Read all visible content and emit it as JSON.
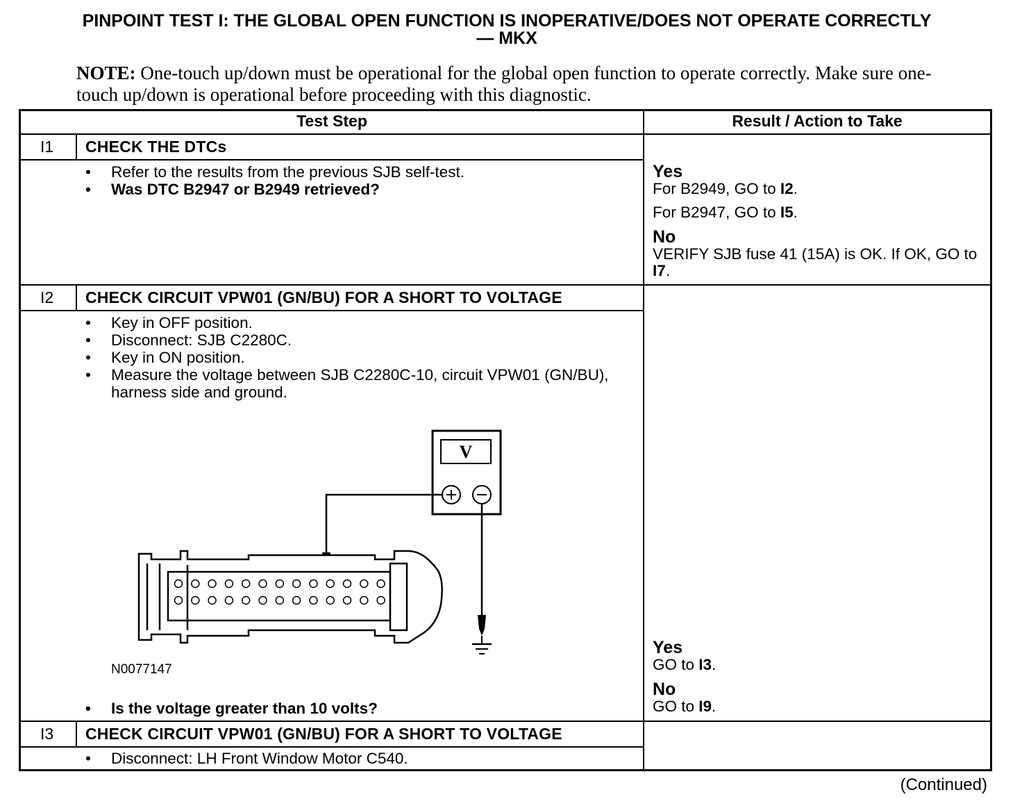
{
  "title": {
    "line1": "PINPOINT TEST  I: THE GLOBAL OPEN FUNCTION IS INOPERATIVE/DOES NOT OPERATE CORRECTLY",
    "line2": "— MKX"
  },
  "note": {
    "label": "NOTE:",
    "text": "One-touch up/down must be operational for the global open function to operate correctly. Make sure one-touch up/down is operational before proceeding with this diagnostic."
  },
  "table": {
    "headers": {
      "test_step": "Test Step",
      "result": "Result / Action to Take"
    },
    "steps": [
      {
        "id": "I1",
        "title": "CHECK THE DTCs",
        "bullets": [
          "Refer to the results from the previous SJB self-test.",
          "Was DTC B2947 or B2949 retrieved?"
        ],
        "results": {
          "yes_label": "Yes",
          "yes_a_pre": "For B2949, GO to ",
          "yes_a_ref": "I2",
          "yes_a_post": ".",
          "yes_b_pre": "For B2947, GO to ",
          "yes_b_ref": "I5",
          "yes_b_post": ".",
          "no_label": "No",
          "no_pre": "VERIFY SJB fuse 41 (15A) is OK. If OK, GO to ",
          "no_ref": "I7",
          "no_post": "."
        }
      },
      {
        "id": "I2",
        "title": "CHECK CIRCUIT VPW01 (GN/BU) FOR A SHORT TO VOLTAGE",
        "bullets": [
          "Key in OFF position.",
          "Disconnect: SJB C2280C.",
          "Key in ON position.",
          "Measure the voltage between SJB C2280C-10, circuit VPW01 (GN/BU), harness side and ground."
        ],
        "figure_id": "N0077147",
        "meter_symbol": "V",
        "question": "Is the voltage greater than 10 volts?",
        "results": {
          "yes_label": "Yes",
          "yes_pre": "GO to ",
          "yes_ref": "I3",
          "yes_post": ".",
          "no_label": "No",
          "no_pre": "GO to ",
          "no_ref": "I9",
          "no_post": "."
        }
      },
      {
        "id": "I3",
        "title": "CHECK CIRCUIT VPW01 (GN/BU) FOR A SHORT TO VOLTAGE",
        "bullets": [
          "Disconnect: LH Front Window Motor C540."
        ]
      }
    ]
  },
  "continued": "(Continued)"
}
